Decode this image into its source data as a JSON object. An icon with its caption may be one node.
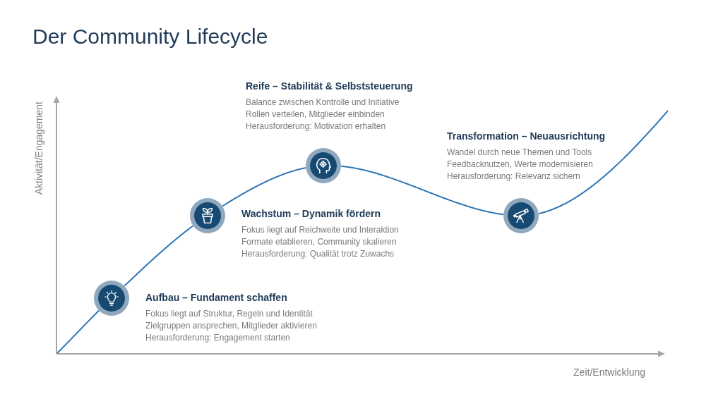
{
  "diagram": {
    "title": "Der Community Lifecycle",
    "nodes": [
      {
        "text": [],
        "shape": "circle",
        "beside": [
          "Aufbau – Fundament schaffen",
          "Fokus liegt auf Struktur, Regeln und Identität",
          "Zielgruppen ansprechen, Mitglieder aktivieren",
          "Herausforderung: Engagement starten"
        ]
      },
      {
        "text": [],
        "shape": "circle",
        "beside": [
          "Wachstum – Dynamik fördern",
          "Fokus liegt auf Reichweite und Interaktion",
          "Formate etablieren, Community skalieren",
          "Herausforderung: Qualität trotz Zuwachs"
        ]
      },
      {
        "text": [],
        "shape": "circle",
        "beside": [
          "Reife – Stabilität & Selbststeuerung",
          "Balance zwischen Kontrolle und Initiative",
          "Rollen verteilen, Mitglieder einbinden",
          "Herausforderung: Motivation erhalten"
        ]
      },
      {
        "text": [],
        "shape": "circle",
        "beside": [
          "Transformation – Neuausrichtung",
          "Wandel durch neue Themen und Tools",
          "Feedbacknutzen, Werte modernisieren",
          "Herausforderung: Relevanz sichern"
        ]
      }
    ],
    "edges": [
      {
        "from": null,
        "to": 0,
        "arrow": "none"
      },
      {
        "from": 0,
        "to": 1,
        "arrow": "none"
      },
      {
        "from": 1,
        "to": 2,
        "arrow": "none"
      },
      {
        "from": 2,
        "to": 3,
        "arrow": "none"
      },
      {
        "from": 3,
        "to": null,
        "arrow": "none"
      }
    ],
    "labels": [
      "Aktivität/Engagement",
      "Zeit/Entwicklung"
    ]
  }
}
